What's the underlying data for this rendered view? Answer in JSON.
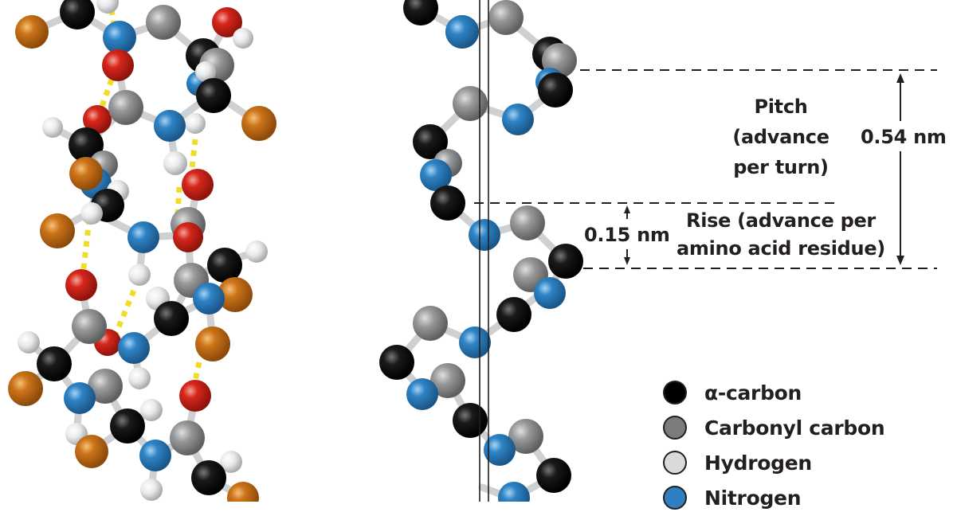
{
  "figure": {
    "title": "Alpha helix structure",
    "left_panel": "ball-and-stick model with hydrogen bonds (yellow dashed)",
    "right_panel": "backbone-only helix with helix axis"
  },
  "annotations": {
    "pitch_title": "Pitch",
    "pitch_line2": "(advance",
    "pitch_line3": "per turn)",
    "pitch_value": "0.54 nm",
    "rise_line1": "Rise (advance per",
    "rise_line2": "amino acid residue)",
    "rise_value": "0.15 nm"
  },
  "legend": {
    "items": [
      {
        "label": "α-carbon",
        "color": "#000000"
      },
      {
        "label": "Carbonyl carbon",
        "color": "#7a7c7e"
      },
      {
        "label": "Hydrogen",
        "color": "#d9dadc"
      },
      {
        "label": "Nitrogen",
        "color": "#2f7fc1"
      }
    ]
  },
  "colors": {
    "alpha_carbon": "#111111",
    "carbonyl_carbon": "#8c8e90",
    "hydrogen": "#e6e7e8",
    "nitrogen": "#2b7ab8",
    "oxygen": "#d0281d",
    "r_group": "#c8731c",
    "h_bond": "#f2dc2a",
    "text": "#231f20"
  }
}
